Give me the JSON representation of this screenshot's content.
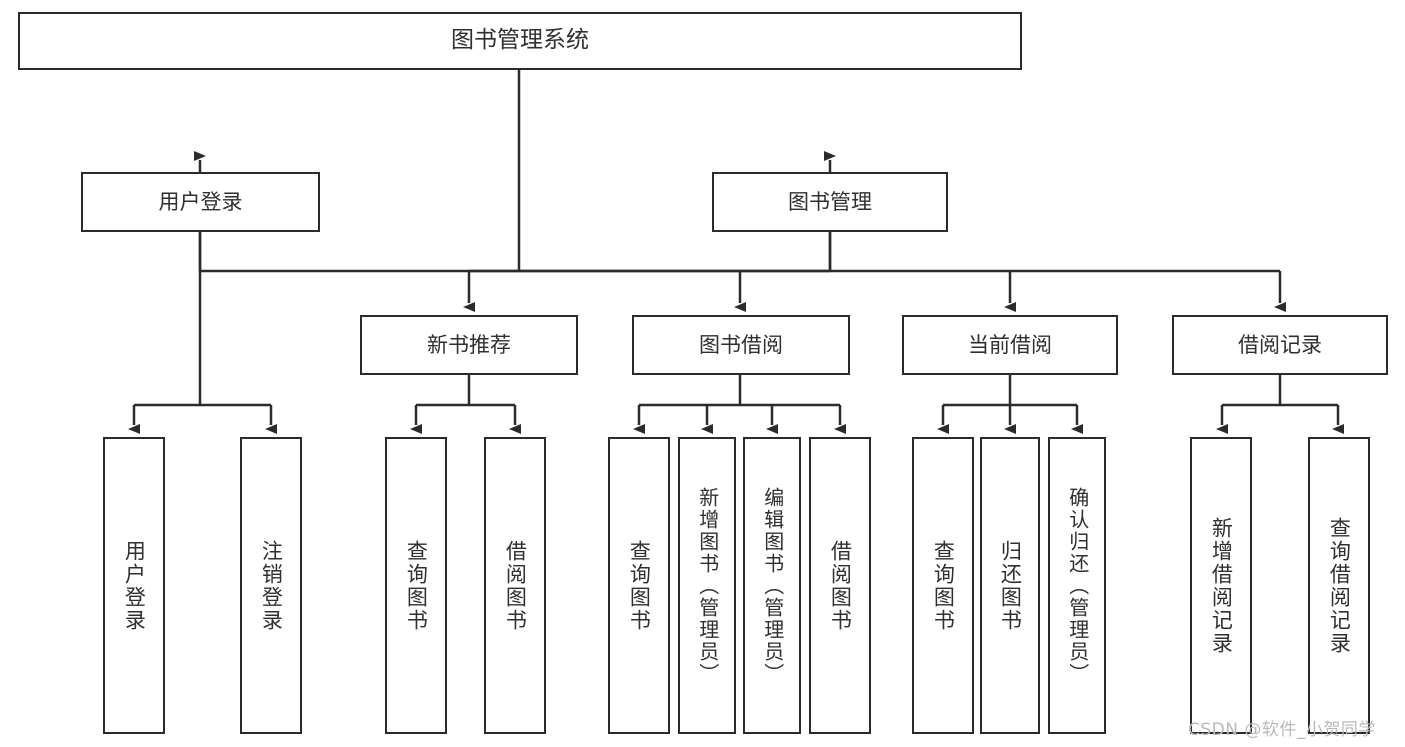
{
  "diagram": {
    "type": "tree",
    "title": "图书管理系统",
    "watermark": "CSDN @软件_小贺同学",
    "colors": {
      "border": "#2b2b2b",
      "text": "#2f2f2f",
      "background": "#ffffff",
      "connector": "#2b2b2b",
      "watermark": "#b9b9b9"
    },
    "nodes": [
      {
        "id": "root",
        "label": "图书管理系统",
        "level": 0,
        "orientation": "horizontal"
      },
      {
        "id": "user-login",
        "label": "用户登录",
        "level": 1,
        "orientation": "horizontal"
      },
      {
        "id": "book-manage",
        "label": "图书管理",
        "level": 1,
        "orientation": "horizontal"
      },
      {
        "id": "new-book-rec",
        "label": "新书推荐",
        "level": 2,
        "orientation": "horizontal"
      },
      {
        "id": "book-borrow",
        "label": "图书借阅",
        "level": 2,
        "orientation": "horizontal"
      },
      {
        "id": "current-borrow",
        "label": "当前借阅",
        "level": 2,
        "orientation": "horizontal"
      },
      {
        "id": "borrow-record",
        "label": "借阅记录",
        "level": 2,
        "orientation": "horizontal"
      },
      {
        "id": "leaf-user-login",
        "label": "用户登录",
        "level": 3,
        "orientation": "vertical",
        "parent": "user-login"
      },
      {
        "id": "leaf-user-logout",
        "label": "注销登录",
        "level": 3,
        "orientation": "vertical",
        "parent": "user-login"
      },
      {
        "id": "leaf-query-book-1",
        "label": "查询图书",
        "level": 3,
        "orientation": "vertical",
        "parent": "new-book-rec"
      },
      {
        "id": "leaf-borrow-book-1",
        "label": "借阅图书",
        "level": 3,
        "orientation": "vertical",
        "parent": "new-book-rec"
      },
      {
        "id": "leaf-query-book-2",
        "label": "查询图书",
        "level": 3,
        "orientation": "vertical",
        "parent": "book-borrow"
      },
      {
        "id": "leaf-add-book",
        "label": "新增图书（管理员）",
        "level": 3,
        "orientation": "vertical",
        "parent": "book-borrow"
      },
      {
        "id": "leaf-edit-book",
        "label": "编辑图书（管理员）",
        "level": 3,
        "orientation": "vertical",
        "parent": "book-borrow"
      },
      {
        "id": "leaf-borrow-book-2",
        "label": "借阅图书",
        "level": 3,
        "orientation": "vertical",
        "parent": "book-borrow"
      },
      {
        "id": "leaf-query-book-3",
        "label": "查询图书",
        "level": 3,
        "orientation": "vertical",
        "parent": "current-borrow"
      },
      {
        "id": "leaf-return-book",
        "label": "归还图书",
        "level": 3,
        "orientation": "vertical",
        "parent": "current-borrow"
      },
      {
        "id": "leaf-confirm-return",
        "label": "确认归还（管理员）",
        "level": 3,
        "orientation": "vertical",
        "parent": "current-borrow"
      },
      {
        "id": "leaf-add-record",
        "label": "新增借阅记录",
        "level": 3,
        "orientation": "vertical",
        "parent": "borrow-record"
      },
      {
        "id": "leaf-query-record",
        "label": "查询借阅记录",
        "level": 3,
        "orientation": "vertical",
        "parent": "borrow-record"
      }
    ]
  }
}
